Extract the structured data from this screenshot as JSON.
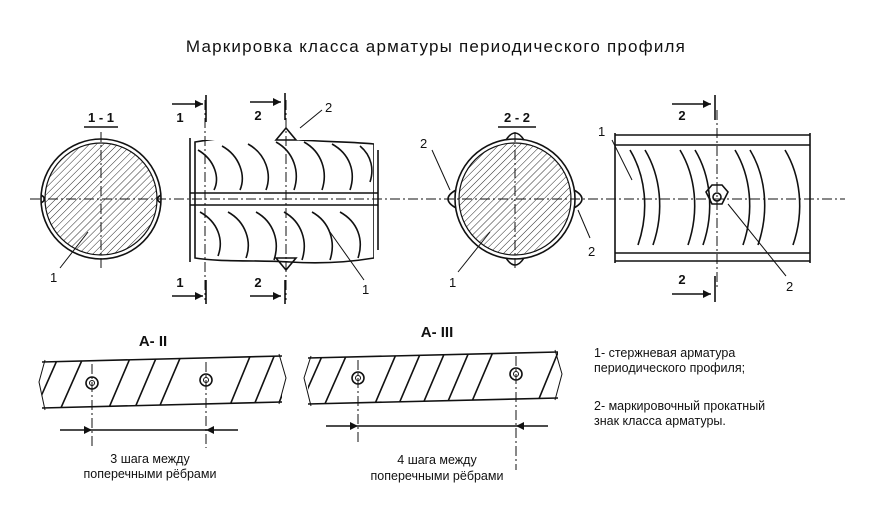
{
  "title": "Маркировка класса арматуры периодического профиля",
  "section_labels": {
    "s11": "1 - 1",
    "s22": "2 - 2"
  },
  "cut_marks": {
    "one": "1",
    "two": "2"
  },
  "callouts": {
    "one": "1",
    "two": "2"
  },
  "grades": {
    "a2": "А- II",
    "a3": "А- III"
  },
  "pitch_notes": {
    "a2": [
      "3 шага между",
      "поперечными рёбрами"
    ],
    "a3": [
      "4 шага между",
      "поперечными рёбрами"
    ]
  },
  "legend": {
    "item1": [
      "1- стержневая арматура",
      "периодического профиля;"
    ],
    "item2": [
      "2- маркировочный прокатный",
      "знак класса арматуры."
    ]
  }
}
